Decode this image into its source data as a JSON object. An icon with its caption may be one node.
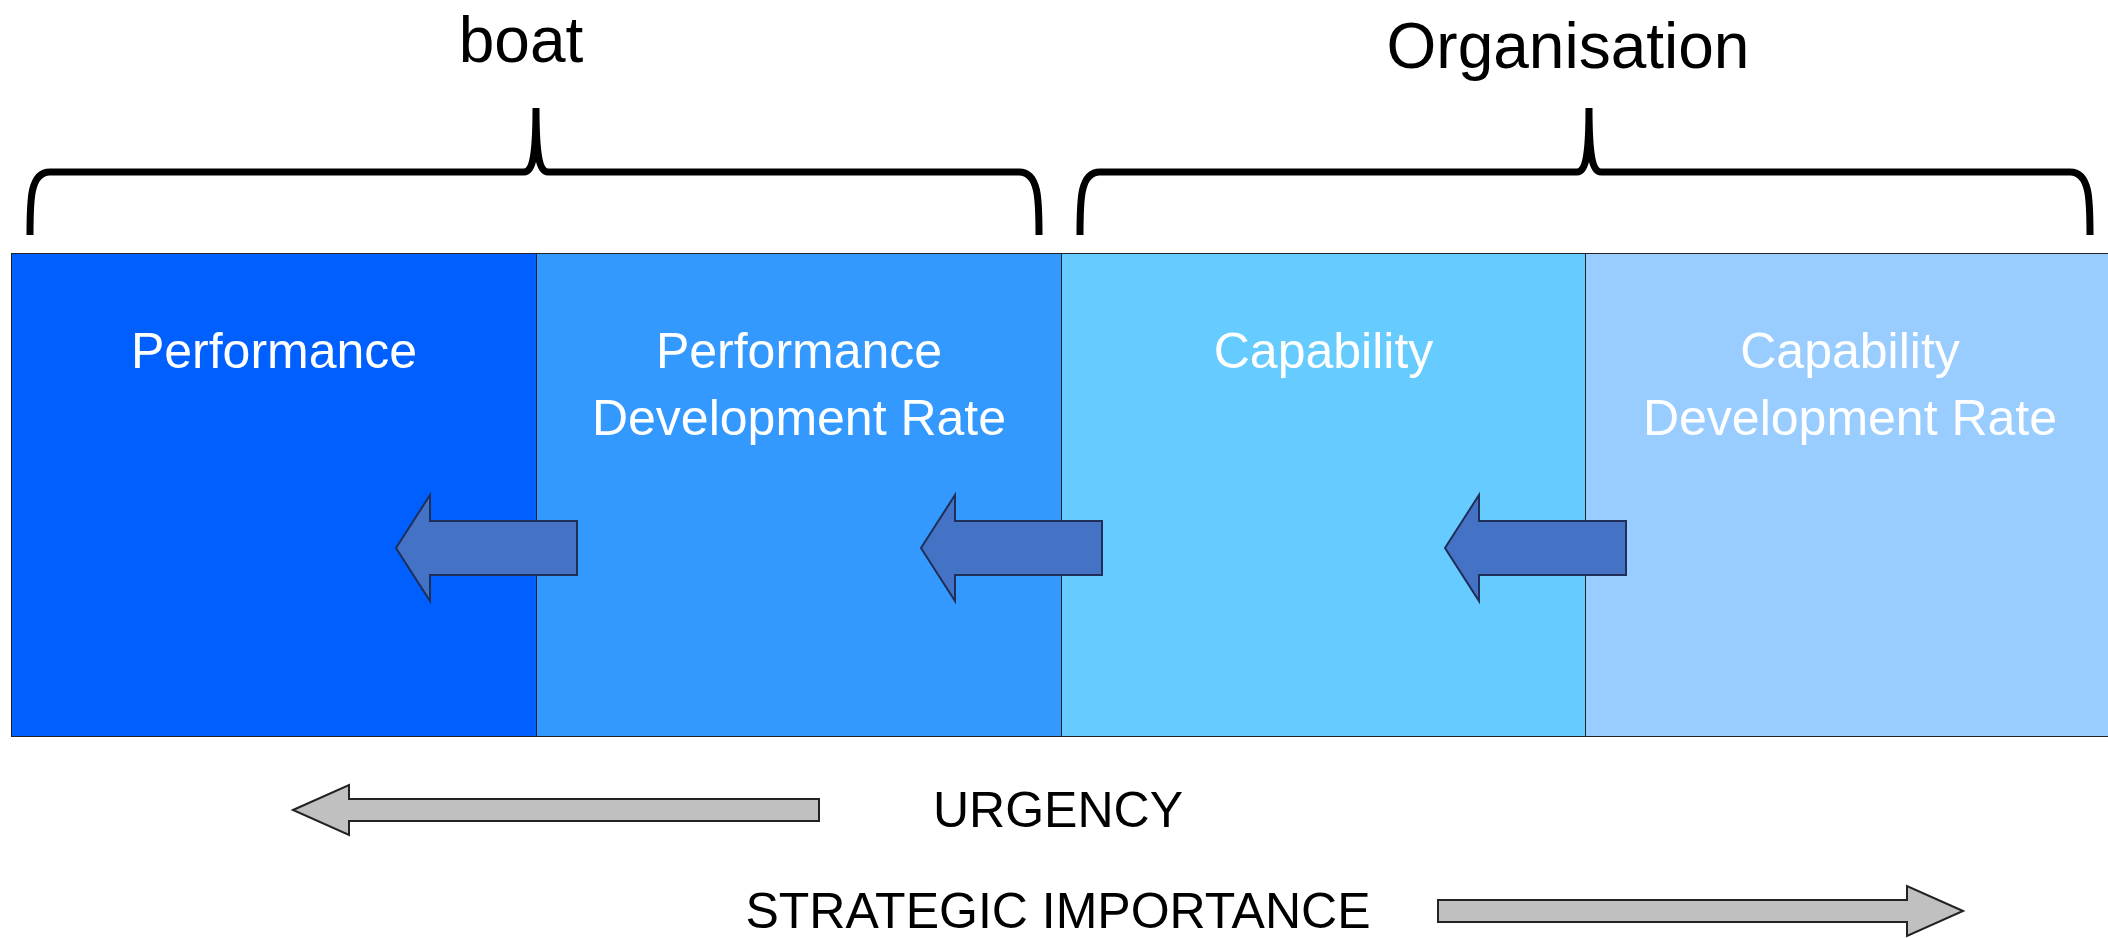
{
  "diagram": {
    "nodes": [
      {
        "text": [
          "Performance"
        ]
      },
      {
        "text": [
          "Performance Development Rate"
        ]
      },
      {
        "text": [
          "Capability"
        ]
      },
      {
        "text": [
          "Capability Development Rate"
        ]
      }
    ],
    "edges": [
      {
        "from": 1,
        "to": 0,
        "arrow": "to"
      },
      {
        "from": 2,
        "to": 1,
        "arrow": "to"
      },
      {
        "from": 3,
        "to": 2,
        "arrow": "to"
      }
    ],
    "labels": [
      "boat",
      "Organisation",
      "URGENCY",
      "STRATEGIC IMPORTANCE"
    ]
  }
}
